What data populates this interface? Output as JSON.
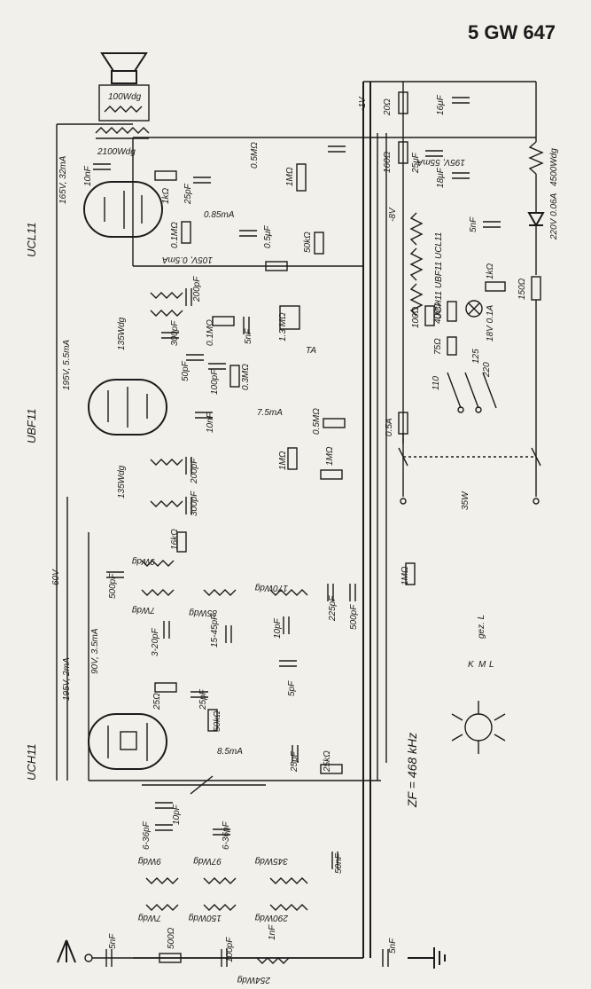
{
  "title": "5 GW 647",
  "tubes": [
    "UCL11",
    "UBF11",
    "UCH11"
  ],
  "if_label": "ZF = 468 kHz",
  "band_labels": [
    "K",
    "M",
    "L"
  ],
  "band_note": "gez. L",
  "power_label": "35W",
  "labels": {
    "speaker_100": "100Wdg",
    "coil_2100": "2100Wdg",
    "c_10nF": "10nF",
    "v_165": "165V, 32mA",
    "v_195_55": "195V, 5.5mA",
    "v_195_55_top": "195V, 55mA",
    "v_195_2": "195V, 2mA",
    "v_90": "90V, 3.5mA",
    "v_60": "60V",
    "v_105": "105V, 0.5mA",
    "v_1v": "-1V",
    "v_8v": "-8V",
    "r_20": "20Ω",
    "r_160": "160Ω",
    "c_16uF": "16μF",
    "c_25uF": "25μF",
    "c_18uF": "18μF",
    "r_4500": "4500Wdg",
    "c_5nF": "5nF",
    "v_220": "220V 0.06A",
    "r_150": "150Ω",
    "lamp": "18V 0.1A",
    "r_1k": "1kΩ",
    "r_100": "100Ω",
    "r_400": "400Ω",
    "r_75": "75Ω",
    "taps": [
      "110",
      "125",
      "220"
    ],
    "fuse": "0.5A",
    "chain": "UCH11 UBF11 UCL11",
    "r_1k_ucl": "1kΩ",
    "c_25pF": "25pF",
    "i_85": "0.85mA",
    "r_01": "0.1MΩ",
    "r_05": "0.5MΩ",
    "r_1m": "1MΩ",
    "c_5uF": "0.5μF",
    "r_50k": "50kΩ",
    "pot": "1.3 MΩ",
    "ta": "TA",
    "c_5nF_b": "5nF",
    "c_300": "300pF",
    "c_200": "200pF",
    "c_50": "50pF",
    "c_100": "100pF",
    "r_03": "0.3MΩ",
    "c_10nF_b": "10nF",
    "i_75": "7.5mA",
    "wdg_135": "135Wdg",
    "r_16k": "16kΩ",
    "osc_9": "9Wdg",
    "osc_7": "7Wdg",
    "osc_85": "85Wdg",
    "osc_170": "170Wdg",
    "c_500": "500pF",
    "c_3_20": "3-20pF",
    "c_15_45": "15-45pF",
    "c_10": "10pF",
    "c_225": "225pF",
    "c_5pF": "5pF",
    "r_25": "25Ω",
    "c_25pF_b": "25pF",
    "r_50kb": "50kΩ",
    "i_85b": "8.5mA",
    "c_25pF_c": "25pF",
    "r_25k": "25kΩ",
    "c_6_36": "6-36pF",
    "ant_9": "9Wdg",
    "ant_97": "97Wdg",
    "ant_345": "345Wdg",
    "ant_7": "7Wdg",
    "ant_150": "150Wdg",
    "ant_290": "290Wdg",
    "c_50nF": "50nF",
    "c_5nF_ant": "5nF",
    "r_500": "500Ω",
    "c_100pF_ant": "100pF",
    "c_1nF": "1nF",
    "ant_254": "254Wdg",
    "c_5nF_gnd": "5nF"
  }
}
